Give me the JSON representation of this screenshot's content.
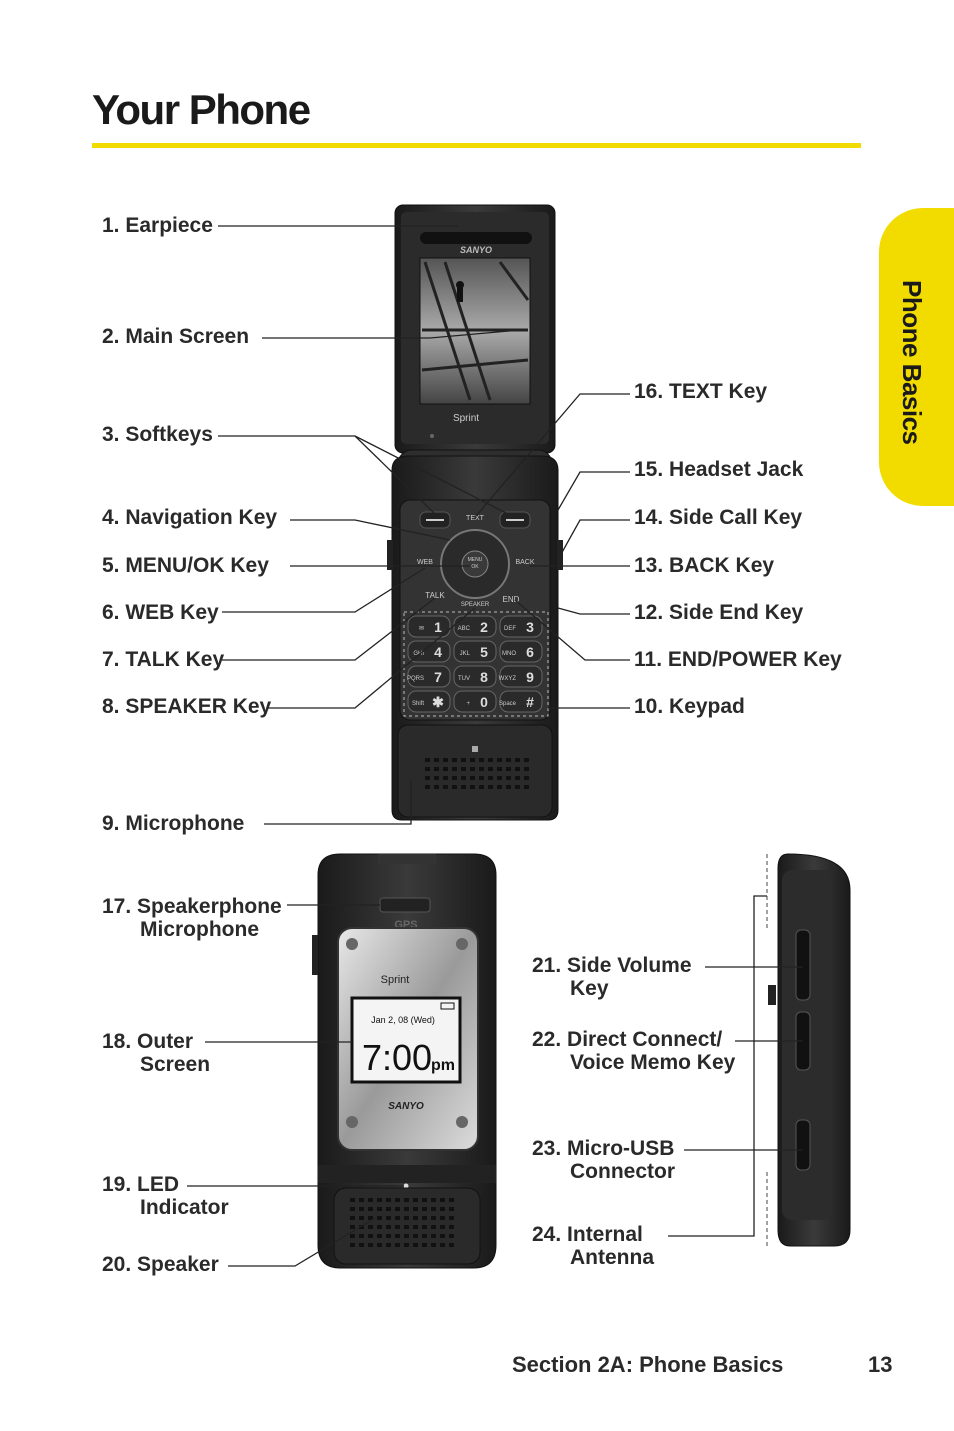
{
  "page": {
    "title": "Your Phone",
    "side_tab": "Phone Basics",
    "footer": {
      "section": "Section 2A: Phone Basics",
      "page_number": "13"
    }
  },
  "phone": {
    "brand": "SANYO",
    "carrier": "Sprint",
    "keys": {
      "text": "TEXT",
      "menu": "MENU",
      "ok": "OK",
      "web": "WEB",
      "back": "BACK",
      "talk": "TALK",
      "speaker": "SPEAKER",
      "end": "END",
      "keypad": [
        {
          "digit": "1",
          "letters": "✉"
        },
        {
          "digit": "2",
          "letters": "ABC"
        },
        {
          "digit": "3",
          "letters": "DEF"
        },
        {
          "digit": "4",
          "letters": "GHI"
        },
        {
          "digit": "5",
          "letters": "JKL"
        },
        {
          "digit": "6",
          "letters": "MNO"
        },
        {
          "digit": "7",
          "letters": "PQRS"
        },
        {
          "digit": "8",
          "letters": "TUV"
        },
        {
          "digit": "9",
          "letters": "WXYZ"
        },
        {
          "digit": "✱",
          "letters": "Shift"
        },
        {
          "digit": "0",
          "letters": "+"
        },
        {
          "digit": "#",
          "letters": "Space"
        }
      ]
    },
    "outer": {
      "badge": "GPS",
      "date": "Jan  2, 08 (Wed)",
      "time": "7:00",
      "ampm": "pm"
    }
  },
  "labels": {
    "l1": "1. Earpiece",
    "l2": "2. Main Screen",
    "l3": "3. Softkeys",
    "l4": "4. Navigation Key",
    "l5": "5. MENU/OK Key",
    "l6": "6. WEB Key",
    "l7": "7. TALK Key",
    "l8": "8. SPEAKER Key",
    "l9": "9. Microphone",
    "l10": "10. Keypad",
    "l11": "11. END/POWER Key",
    "l12": "12. Side End Key",
    "l13": "13. BACK Key",
    "l14": "14. Side Call Key",
    "l15": "15. Headset Jack",
    "l16": "16. TEXT Key",
    "l17a": "17. Speakerphone",
    "l17b": "Microphone",
    "l18a": "18. Outer",
    "l18b": "Screen",
    "l19a": "19. LED",
    "l19b": "Indicator",
    "l20": "20. Speaker",
    "l21a": "21. Side Volume",
    "l21b": "Key",
    "l22a": "22. Direct Connect/",
    "l22b": "Voice Memo Key",
    "l23a": "23. Micro-USB",
    "l23b": "Connector",
    "l24a": "24. Internal",
    "l24b": "Antenna"
  }
}
